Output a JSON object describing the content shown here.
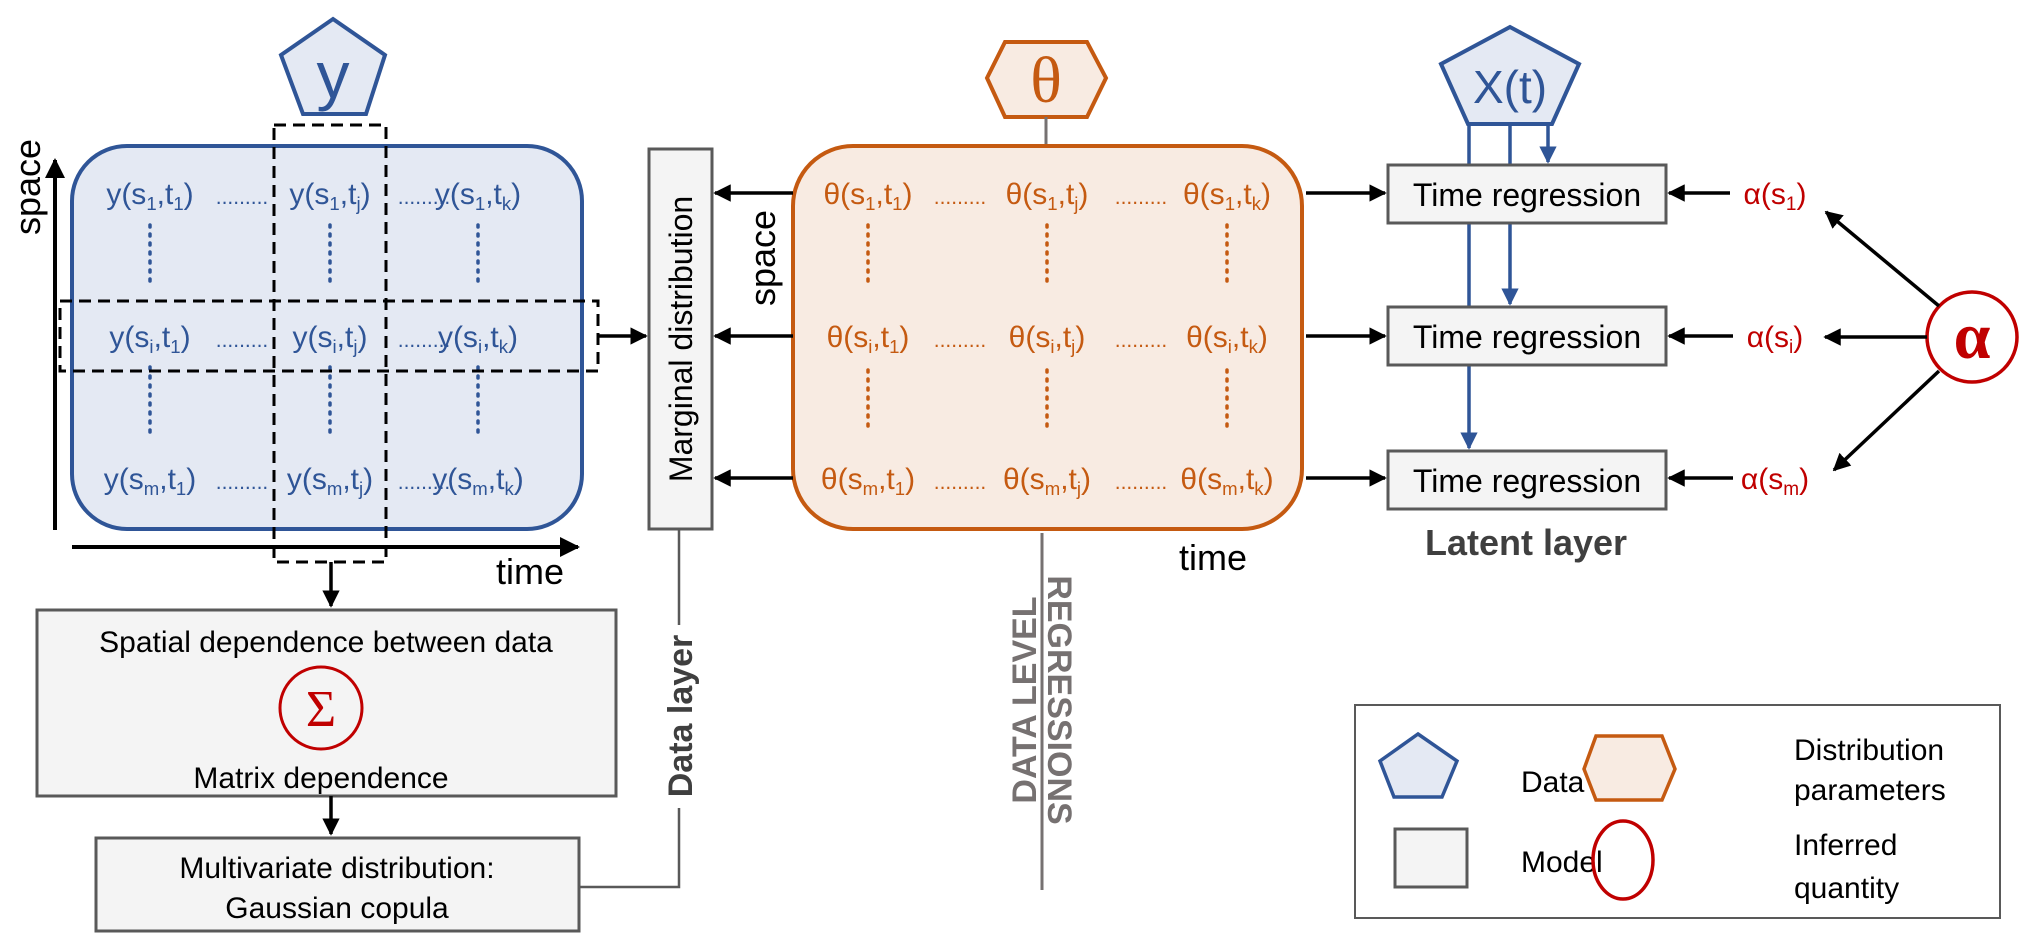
{
  "colors": {
    "data_stroke": "#2f5597",
    "data_fill": "#e4e9f3",
    "param_stroke": "#c55a11",
    "param_fill": "#f8ebe2",
    "model_stroke": "#595959",
    "model_fill": "#f4f4f4",
    "inferred_stroke": "#c00000"
  },
  "data_node": {
    "symbol": "y"
  },
  "covariate_node": {
    "symbol": "X(t)"
  },
  "param_node": {
    "symbol": "θ"
  },
  "inferred_node": {
    "symbol": "α"
  },
  "sigma_node": {
    "symbol": "Σ"
  },
  "y_matrix": {
    "rows": [
      {
        "cells": [
          {
            "base": "y(s",
            "s": "1",
            "mid": ",t",
            "t": "1",
            "end": ")"
          },
          {
            "base": "y(s",
            "s": "1",
            "mid": ",t",
            "t": "j",
            "end": ")"
          },
          {
            "base": "y(s",
            "s": "1",
            "mid": ",t",
            "t": "k",
            "end": ")"
          }
        ]
      },
      {
        "cells": [
          {
            "base": "y(s",
            "s": "i",
            "mid": ",t",
            "t": "1",
            "end": ")"
          },
          {
            "base": "y(s",
            "s": "i",
            "mid": ",t",
            "t": "j",
            "end": ")"
          },
          {
            "base": "y(s",
            "s": "i",
            "mid": ",t",
            "t": "k",
            "end": ")"
          }
        ]
      },
      {
        "cells": [
          {
            "base": "y(s",
            "s": "m",
            "mid": ",t",
            "t": "1",
            "end": ")"
          },
          {
            "base": "y(s",
            "s": "m",
            "mid": ",t",
            "t": "j",
            "end": ")"
          },
          {
            "base": "y(s",
            "s": "m",
            "mid": ",t",
            "t": "k",
            "end": ")"
          }
        ]
      }
    ],
    "dots_h": "........."
  },
  "theta_matrix": {
    "rows": [
      {
        "cells": [
          {
            "base": "θ(s",
            "s": "1",
            "mid": ",t",
            "t": "1",
            "end": ")"
          },
          {
            "base": "θ(s",
            "s": "1",
            "mid": ",t",
            "t": "j",
            "end": ")"
          },
          {
            "base": "θ(s",
            "s": "1",
            "mid": ",t",
            "t": "k",
            "end": ")"
          }
        ]
      },
      {
        "cells": [
          {
            "base": "θ(s",
            "s": "i",
            "mid": ",t",
            "t": "1",
            "end": ")"
          },
          {
            "base": "θ(s",
            "s": "i",
            "mid": ",t",
            "t": "j",
            "end": ")"
          },
          {
            "base": "θ(s",
            "s": "i",
            "mid": ",t",
            "t": "k",
            "end": ")"
          }
        ]
      },
      {
        "cells": [
          {
            "base": "θ(s",
            "s": "m",
            "mid": ",t",
            "t": "1",
            "end": ")"
          },
          {
            "base": "θ(s",
            "s": "m",
            "mid": ",t",
            "t": "j",
            "end": ")"
          },
          {
            "base": "θ(s",
            "s": "m",
            "mid": ",t",
            "t": "k",
            "end": ")"
          }
        ]
      }
    ],
    "dots_h": "........."
  },
  "axes": {
    "space_label": "space",
    "time_label": "time",
    "theta_space_label": "space",
    "theta_time_label": "time"
  },
  "boxes": {
    "marginal": "Marginal distribution",
    "spatial_title": "Spatial dependence between data",
    "spatial_sub": "Matrix dependence",
    "multivariate_line1": "Multivariate distribution:",
    "multivariate_line2": "Gaussian copula",
    "time_regression": [
      "Time regression",
      "Time regression",
      "Time regression"
    ]
  },
  "alpha_labels": [
    {
      "base": "α(s",
      "sub": "1",
      "end": ")"
    },
    {
      "base": "α(s",
      "sub": "i",
      "end": ")"
    },
    {
      "base": "α(s",
      "sub": "m",
      "end": ")"
    }
  ],
  "layers": {
    "data_layer": "Data layer",
    "latent_layer": "Latent layer",
    "data_level": "DATA LEVEL",
    "regressions": "REGRESSIONS"
  },
  "legend": {
    "data": "Data",
    "model": "Model",
    "dist_line1": "Distribution",
    "dist_line2": "parameters",
    "inferred_line1": "Inferred",
    "inferred_line2": "quantity"
  }
}
